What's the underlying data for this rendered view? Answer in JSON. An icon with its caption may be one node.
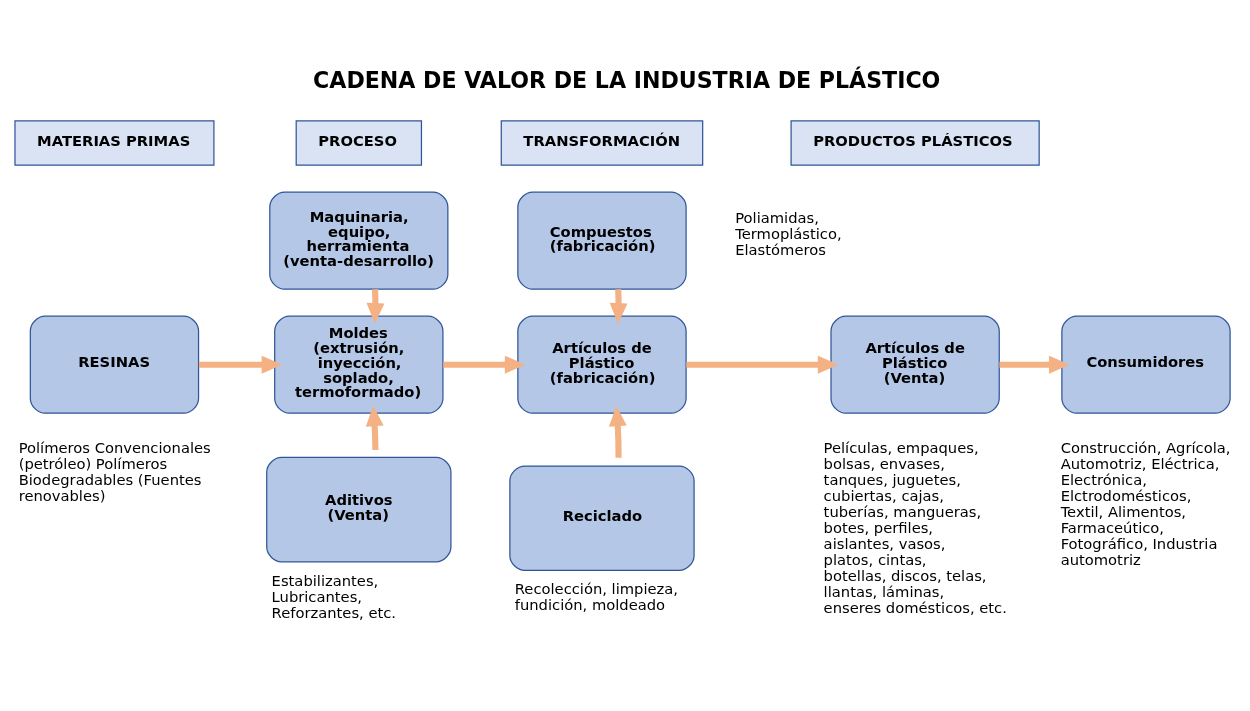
{
  "diagram": {
    "title": "CADENA DE VALOR DE LA INDUSTRIA DE PLÁSTICO",
    "nodes": [
      {
        "text": [
          "MATERIAS PRIMAS"
        ]
      },
      {
        "text": [
          "PROCESO"
        ]
      },
      {
        "text": [
          "TRANSFORMACIÓN"
        ]
      },
      {
        "text": [
          "PRODUCTOS PLÁSTICOS"
        ]
      },
      {
        "text": [
          "RESINAS"
        ],
        "beside": [
          "Polímeros Convencionales (petróleo) Polímeros Biodegradables (Fuentes renovables)"
        ]
      },
      {
        "text": [
          "Maquinaria, equipo, herramienta (venta-desarrollo)"
        ]
      },
      {
        "text": [
          "Moldes (extrusión, inyección, soplado, termoformado)"
        ]
      },
      {
        "text": [
          "Aditivos (Venta)"
        ],
        "beside": [
          "Estabilizantes, Lubricantes, Reforzantes, etc."
        ]
      },
      {
        "text": [
          "Compuestos (fabricación)"
        ],
        "beside": [
          "Poliamidas, Termoplástico, Elastómeros"
        ]
      },
      {
        "text": [
          "Artículos de Plástico (fabricación)"
        ]
      },
      {
        "text": [
          "Reciclado"
        ],
        "beside": [
          "Recolección, limpieza, fundición, moldeado"
        ]
      },
      {
        "text": [
          "Artículos de Plástico (Venta)"
        ],
        "beside": [
          "Películas, empaques, bolsas, envases, tanques, juguetes, cubiertas, cajas, tuberías, mangueras, botes, perfiles, aislantes, vasos, platos, cintas, botellas, discos, telas, llantas, láminas, enseres domésticos, etc."
        ]
      },
      {
        "text": [
          "Consumidores"
        ],
        "beside": [
          "Construcción, Agrícola, Automotriz, Eléctrica, Electrónica, Elctrodomésticos, Textil, Alimentos, Farmaceútico, Fotográfico, Industria automotriz"
        ]
      }
    ],
    "edges": [
      {
        "from": 4,
        "to": 6,
        "arrow": "to"
      },
      {
        "from": 5,
        "to": 6,
        "arrow": "to"
      },
      {
        "from": 7,
        "to": 6,
        "arrow": "to"
      },
      {
        "from": 6,
        "to": 9,
        "arrow": "to"
      },
      {
        "from": 8,
        "to": 9,
        "arrow": "to"
      },
      {
        "from": 10,
        "to": 9,
        "arrow": "to"
      },
      {
        "from": 9,
        "to": 11,
        "arrow": "to"
      },
      {
        "from": 11,
        "to": 12,
        "arrow": "to"
      }
    ]
  }
}
